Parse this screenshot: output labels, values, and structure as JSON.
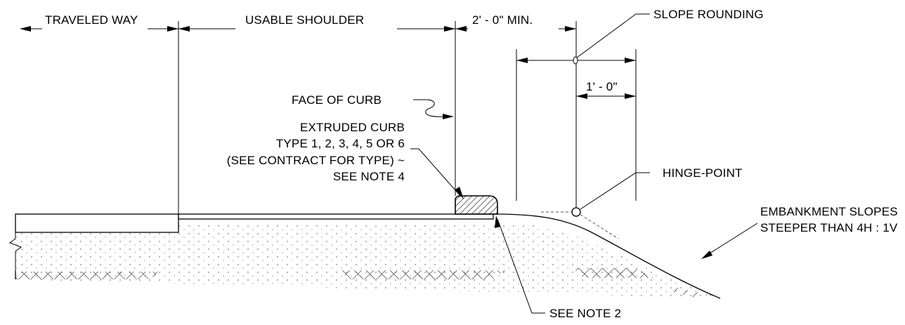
{
  "labels": {
    "traveled_way": "TRAVELED WAY",
    "usable_shoulder": "USABLE SHOULDER",
    "min_offset": "2' - 0\" MIN.",
    "slope_rounding": "SLOPE ROUNDING",
    "rounding_width": "1' - 0\"",
    "face_of_curb": "FACE OF CURB",
    "extruded_curb": [
      "EXTRUDED CURB",
      "TYPE 1, 2, 3, 4, 5 OR 6",
      "(SEE CONTRACT FOR TYPE) ~",
      "SEE NOTE 4"
    ],
    "hinge_point": "HINGE-POINT",
    "embankment": [
      "EMBANKMENT SLOPES",
      "STEEPER THAN 4H  : 1V"
    ],
    "see_note_2": "SEE NOTE 2"
  }
}
